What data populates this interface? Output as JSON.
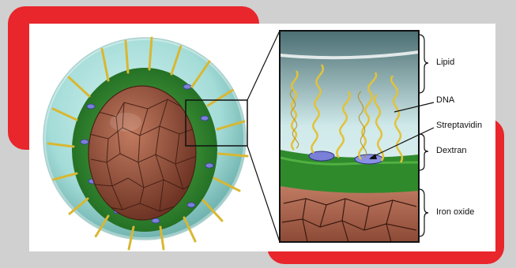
{
  "labels": {
    "lipid": "Lipid",
    "dna": "DNA",
    "streptavidin": "Streptavidin",
    "dextran": "Dextran",
    "iron_oxide": "Iron oxide"
  },
  "colors": {
    "frame_red": "#e8262c",
    "background_gray": "#d0d0d0",
    "lipid_shell": "#9fdcdc",
    "dextran_green": "#2f8a2c",
    "iron_oxide_core": "#a86048",
    "dna_helix": "#e2c23a",
    "streptavidin": "#7a80d8"
  }
}
